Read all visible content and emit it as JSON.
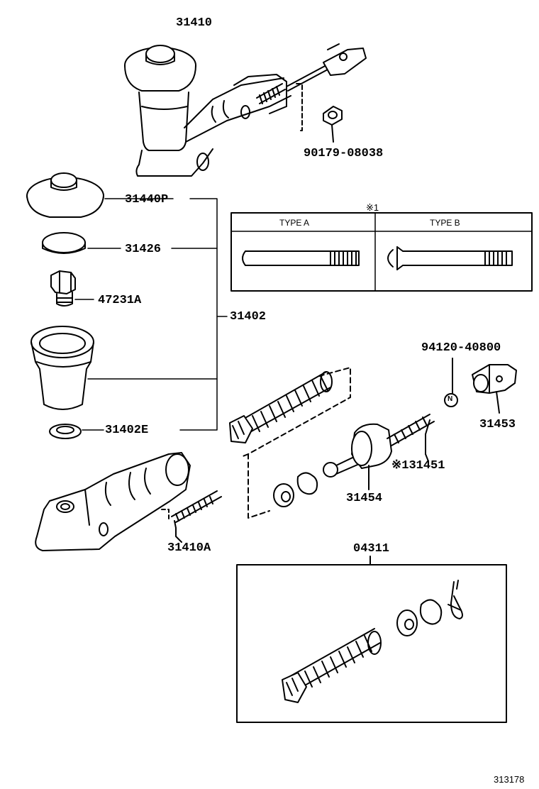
{
  "labels": {
    "p31410": "31410",
    "p90179": "90179-08038",
    "p31440p": "31440P",
    "p31426": "31426",
    "p47231a": "47231A",
    "p31402": "31402",
    "p31402e": "31402E",
    "p31410a": "31410A",
    "p94120": "94120-40800",
    "p31453": "31453",
    "p31451": "※131451",
    "p31454": "31454",
    "p04311": "04311",
    "diagram_id": "313178"
  },
  "type_table": {
    "note_mark": "※1",
    "type_a": "TYPE A",
    "type_b": "TYPE B"
  },
  "nut_mark": "N",
  "colors": {
    "ink": "#000000",
    "paper": "#ffffff"
  }
}
